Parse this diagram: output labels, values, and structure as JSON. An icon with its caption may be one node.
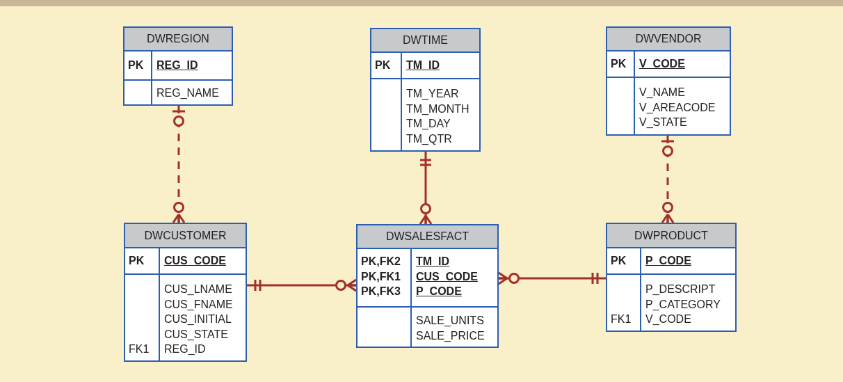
{
  "diagram": {
    "nodes": [
      {
        "text": [
          "DWREGION",
          "PK",
          "REG_ID",
          "REG_NAME"
        ]
      },
      {
        "text": [
          "DWTIME",
          "PK",
          "TM_ID",
          "TM_YEAR",
          "TM_MONTH",
          "TM_DAY",
          "TM_QTR"
        ]
      },
      {
        "text": [
          "DWVENDOR",
          "PK",
          "V_CODE",
          "V_NAME",
          "V_AREACODE",
          "V_STATE"
        ]
      },
      {
        "text": [
          "DWCUSTOMER",
          "PK",
          "CUS_CODE",
          "CUS_LNAME",
          "CUS_FNAME",
          "CUS_INITIAL",
          "CUS_STATE",
          "FK1",
          "REG_ID"
        ]
      },
      {
        "text": [
          "DWSALESFACT",
          "PK,FK2",
          "TM_ID",
          "PK,FK1",
          "CUS_CODE",
          "PK,FK3",
          "P_CODE",
          "SALE_UNITS",
          "SALE_PRICE"
        ]
      },
      {
        "text": [
          "DWPRODUCT",
          "PK",
          "P_CODE",
          "P_DESCRIPT",
          "P_CATEGORY",
          "FK1",
          "V_CODE"
        ]
      }
    ],
    "edges": [
      {
        "from": 0,
        "to": 3,
        "arrow": "other",
        "style": "dashed"
      },
      {
        "from": 1,
        "to": 4,
        "arrow": "other"
      },
      {
        "from": 2,
        "to": 5,
        "arrow": "other",
        "style": "dashed"
      },
      {
        "from": 3,
        "to": 4,
        "arrow": "other"
      },
      {
        "from": 5,
        "to": 4,
        "arrow": "other"
      }
    ]
  }
}
